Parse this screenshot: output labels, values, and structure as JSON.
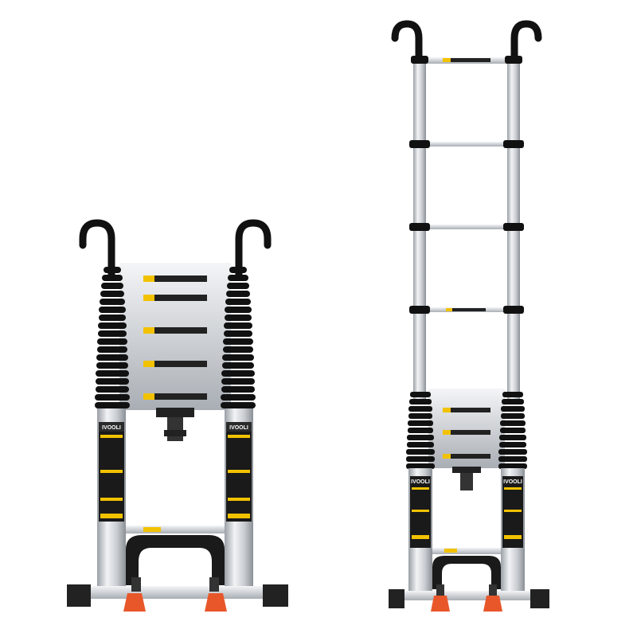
{
  "product_photo": {
    "background": "#ffffff",
    "ladders": [
      {
        "id": "collapsed",
        "brand_text": "IVOOLI",
        "state": "collapsed with hooks"
      },
      {
        "id": "extended",
        "brand_text": "IVOOLI",
        "state": "extended with hooks"
      }
    ],
    "colors": {
      "aluminum": "#d9dce0",
      "black_parts": "#111111",
      "warning_yellow": "#f2c200",
      "foot_orange": "#e8572a"
    }
  }
}
